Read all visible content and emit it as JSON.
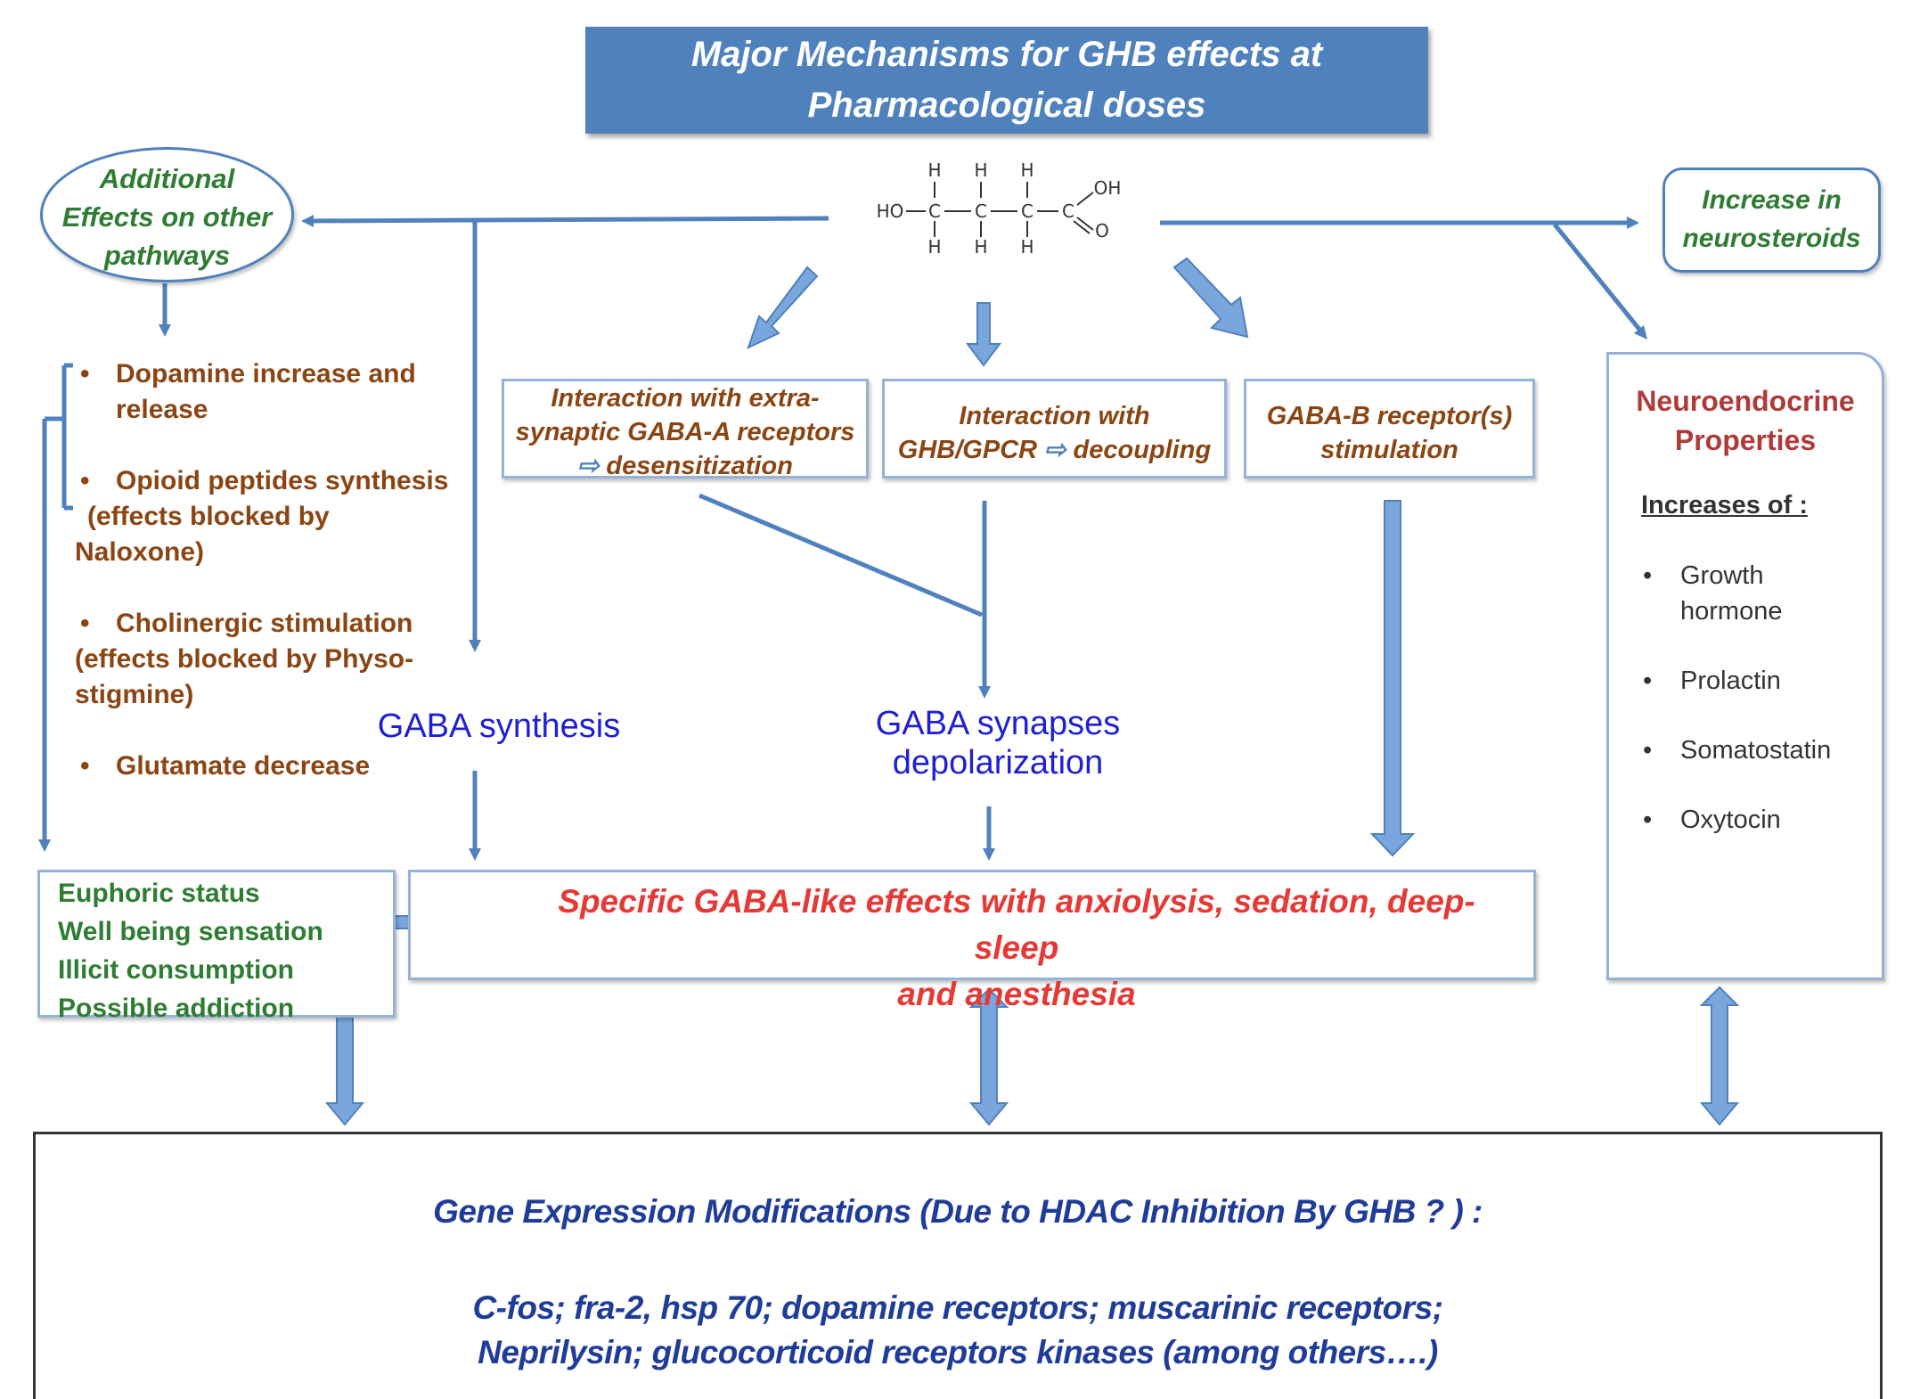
{
  "title": [
    "Major Mechanisms  for GHB effects at",
    "Pharmacological  doses"
  ],
  "additional_effects": [
    "Additional",
    "Effects on other",
    "pathways"
  ],
  "neurosteroids": [
    "Increase in",
    "neurosteroids"
  ],
  "molecule": {
    "ho": "HO",
    "oh": "OH",
    "o": "O",
    "h": "H",
    "c": "C"
  },
  "left_list": [
    {
      "lines": [
        "Dopamine increase and",
        "release"
      ]
    },
    {
      "lines": [
        "Opioid peptides synthesis",
        "(effects blocked by",
        "Naloxone)"
      ]
    },
    {
      "lines": [
        "Cholinergic stimulation",
        "(effects blocked by Physo-",
        "stigmine)"
      ]
    },
    {
      "lines": [
        "Glutamate decrease"
      ]
    }
  ],
  "box_gabaa": [
    "Interaction with extra-",
    "synaptic GABA-A receptors",
    "desensitization"
  ],
  "box_gpcr": {
    "line1": "Interaction with",
    "line2a": "GHB/GPCR",
    "line2b": "decoupling"
  },
  "box_gabab": [
    "GABA-B receptor(s)",
    "stimulation"
  ],
  "gaba_synthesis": "GABA synthesis",
  "gaba_synapses": [
    "GABA synapses",
    "depolarization"
  ],
  "neuroendocrine": {
    "title": [
      "Neuroendocrine",
      "Properties"
    ],
    "increases": "Increases of :",
    "items": [
      [
        "Growth",
        "hormone"
      ],
      [
        "Prolactin"
      ],
      [
        "Somatostatin"
      ],
      [
        "Oxytocin"
      ]
    ]
  },
  "euphoric": [
    "Euphoric status",
    "Well being sensation",
    "Illicit consumption",
    "Possible addiction"
  ],
  "specific": [
    "Specific GABA-like effects with anxiolysis, sedation, deep-sleep",
    "and anesthesia"
  ],
  "gene": {
    "line1": "Gene Expression Modifications (Due to HDAC Inhibition By GHB ? ) :",
    "line2": [
      "C-fos; fra-2, hsp 70; dopamine receptors; muscarinic receptors;",
      "Neprilysin; glucocorticoid receptors kinases (among others….)"
    ]
  },
  "colors": {
    "accent": "#4f81bd",
    "box_border": "#95b3d7",
    "green": "#2e7d32",
    "brown": "#8b4513",
    "red": "#e53935",
    "blue_text": "#1f1fd6",
    "dark_blue": "#1f3c99"
  }
}
